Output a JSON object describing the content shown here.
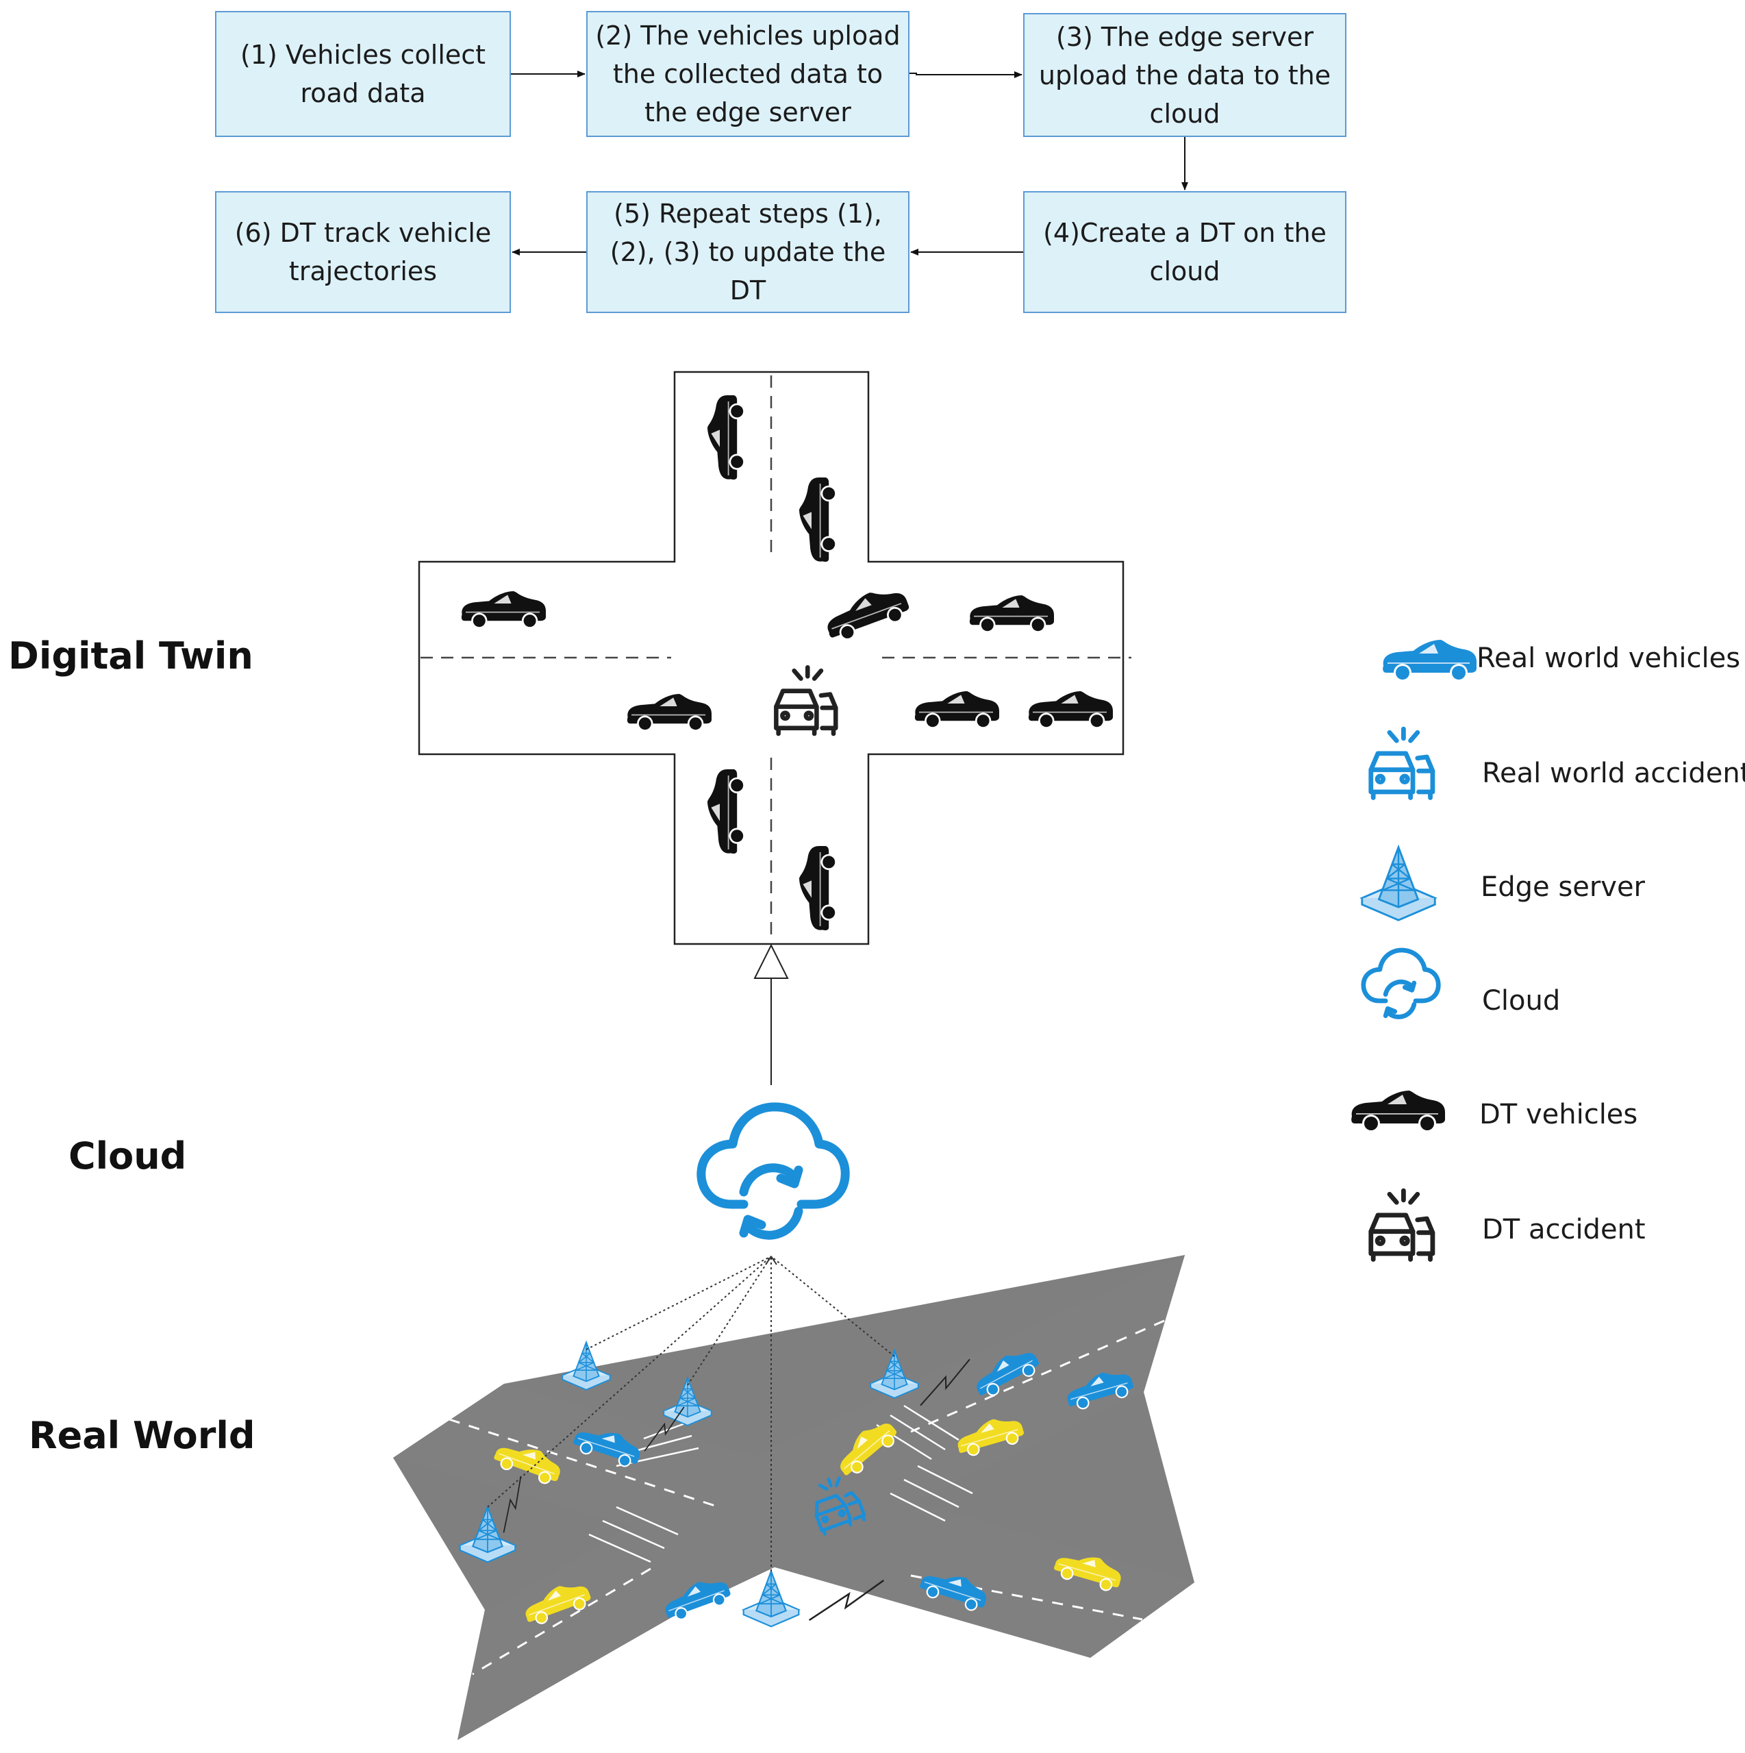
{
  "steps": {
    "s1": "(1) Vehicles collect road data",
    "s2": "(2) The vehicles upload the collected data to the edge server",
    "s3": "(3) The edge server upload the data to the cloud",
    "s4": "(4)Create a DT on the cloud",
    "s5": "(5) Repeat steps (1), (2), (3) to update the DT",
    "s6": "(6) DT track vehicle trajectories"
  },
  "layers": {
    "digital_twin": "Digital Twin",
    "cloud": "Cloud",
    "real_world": "Real World"
  },
  "legend": {
    "real_vehicles": "Real world vehicles",
    "real_accident": "Real world accident",
    "edge_server": "Edge server",
    "cloud": "Cloud",
    "dt_vehicles": "DT vehicles",
    "dt_accident": "DT accident"
  },
  "colors": {
    "real_blue": "#1c8fd9",
    "real_yellow": "#f2dc22",
    "dt_black": "#111111",
    "road_gray": "#808080",
    "box_fill": "#ddf1f8",
    "box_border": "#5b9bd5"
  },
  "icons": [
    "car-icon",
    "accident-icon",
    "edge-server-icon",
    "cloud-sync-icon"
  ]
}
